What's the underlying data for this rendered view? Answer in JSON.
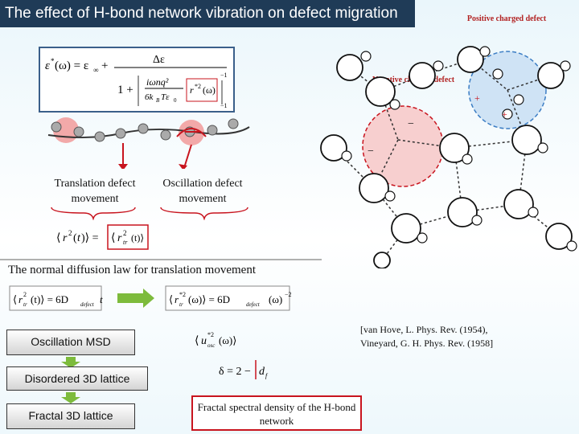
{
  "slide": {
    "title": "The effect of H-bond network vibration on defect migration",
    "positive_label": "Positive charged defect",
    "negative_label": "Negative charged defect",
    "translation_label": "Translation defect movement",
    "oscillation_label": "Oscillation defect movement",
    "normal_diffusion_text": "The normal diffusion law for translation movement",
    "box_oscillation_msd": "Oscillation MSD",
    "box_disordered": "Disordered 3D lattice",
    "box_fractal": "Fractal 3D lattice",
    "fractal_density": "Fractal spectral density of the H-bond network",
    "reference_line1": "[van Hove, L. Phys. Rev. (1954),",
    "reference_line2": "Vineyard, G. H. Phys. Rev. (1958]"
  },
  "colors": {
    "title_bg": "#1f3b57",
    "accent_red": "#c8141e",
    "arrow_green": "#7dbb3c",
    "positive_fill": "#cfe3f5",
    "negative_fill": "#f7cfcf"
  }
}
